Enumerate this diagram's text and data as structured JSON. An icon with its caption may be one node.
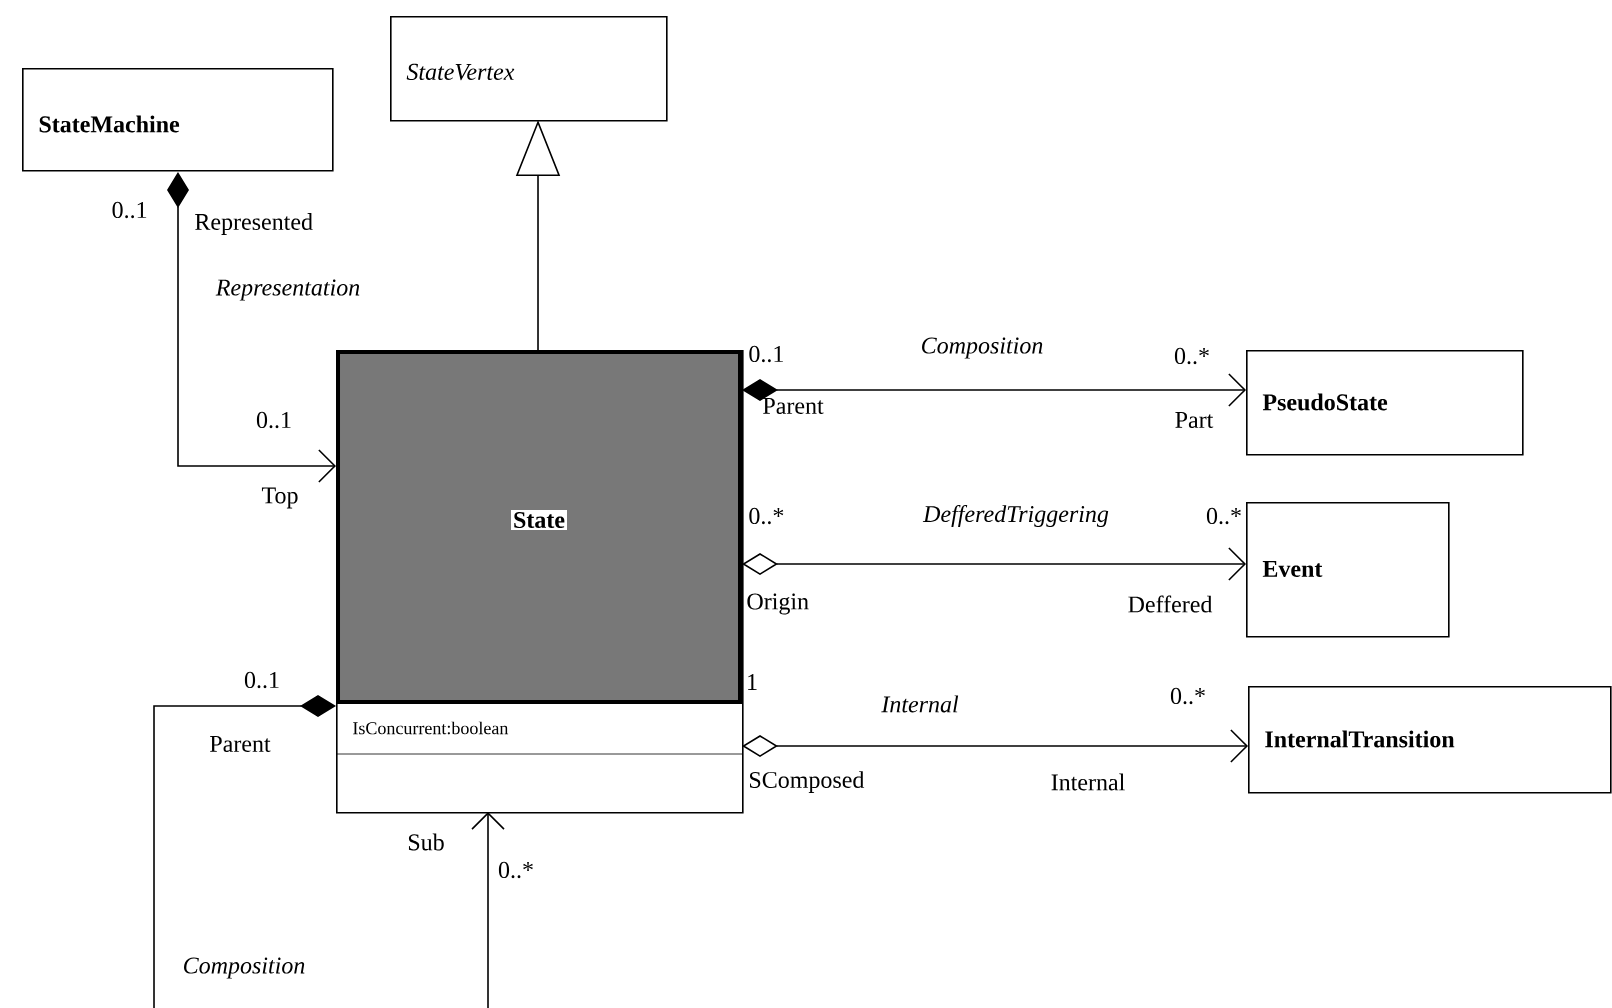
{
  "diagram": {
    "nodes": [
      {
        "text": [
          "StateVertex"
        ]
      },
      {
        "text": [
          "StateMachine"
        ]
      },
      {
        "text": [
          "State",
          "IsConcurrent:boolean"
        ]
      },
      {
        "text": [
          "PseudoState"
        ]
      },
      {
        "text": [
          "Event"
        ]
      },
      {
        "text": [
          "InternalTransition"
        ]
      }
    ],
    "edges": [
      {
        "from": 2,
        "to": 0,
        "arrow": "to"
      },
      {
        "from": 1,
        "to": 2,
        "arrow": "to",
        "label": "Representation"
      },
      {
        "from": 2,
        "to": 3,
        "arrow": "to",
        "label": "Composition"
      },
      {
        "from": 2,
        "to": 4,
        "arrow": "to",
        "label": "DefferedTriggering"
      },
      {
        "from": 2,
        "to": 5,
        "arrow": "to",
        "label": "Internal"
      },
      {
        "from": 2,
        "to": 2,
        "arrow": "to",
        "label": "Composition"
      }
    ],
    "labels": [
      "0..1",
      "Represented",
      "0..1",
      "Top",
      "0..1",
      "Parent",
      "0..*",
      "Part",
      "0..*",
      "Origin",
      "0..*",
      "Deffered",
      "1",
      "SComposed",
      "0..*",
      "Internal",
      "0..1",
      "Parent",
      "Sub",
      "0..*"
    ]
  }
}
